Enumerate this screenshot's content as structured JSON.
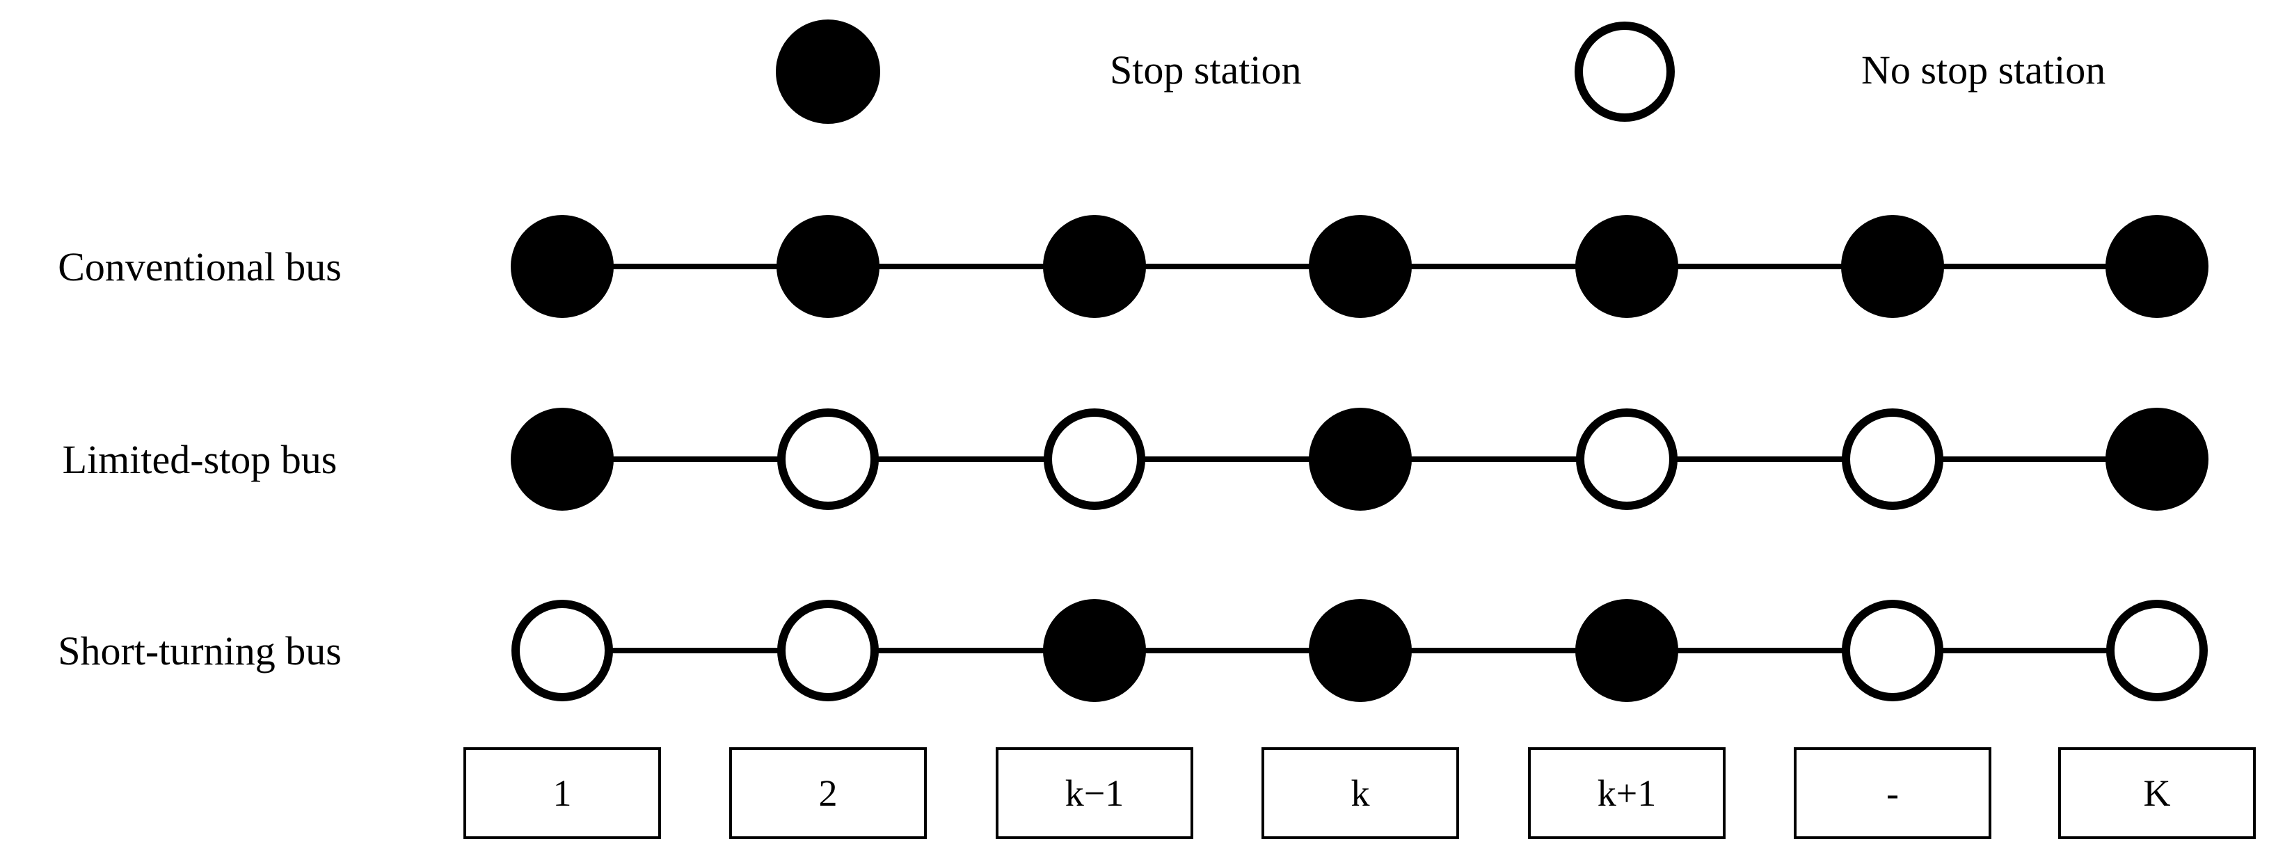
{
  "legend": {
    "stop_label": "Stop station",
    "no_stop_label": "No stop station"
  },
  "routes": [
    {
      "label": "Conventional bus",
      "stops": [
        true,
        true,
        true,
        true,
        true,
        true,
        true
      ]
    },
    {
      "label": "Limited-stop bus",
      "stops": [
        true,
        false,
        false,
        true,
        false,
        false,
        true
      ]
    },
    {
      "label": "Short-turning bus",
      "stops": [
        false,
        false,
        true,
        true,
        true,
        false,
        false
      ]
    }
  ],
  "stations": [
    "1",
    "2",
    "k−1",
    "k",
    "k+1",
    "-",
    "K"
  ],
  "colors": {
    "stop_fill": "#000000",
    "no_stop_fill": "#ffffff",
    "stroke": "#000000"
  }
}
